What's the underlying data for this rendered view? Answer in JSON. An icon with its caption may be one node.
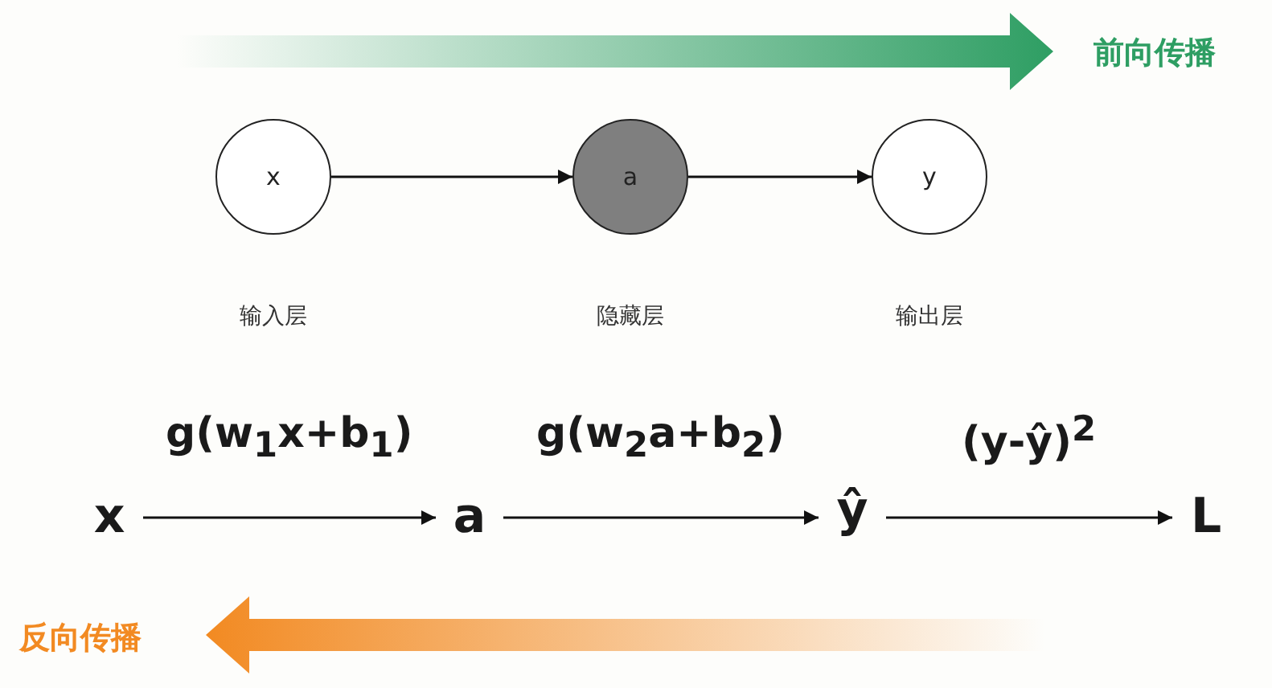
{
  "diagram": {
    "nodes": [
      {
        "text": [
          "x"
        ],
        "beside": [
          "输入层"
        ]
      },
      {
        "text": [
          "a"
        ],
        "beside": [
          "隐藏层"
        ]
      },
      {
        "text": [
          "y"
        ],
        "beside": [
          "输出层"
        ]
      },
      {
        "text": [
          "x"
        ]
      },
      {
        "text": [
          "a"
        ]
      },
      {
        "text": [
          "ŷ"
        ]
      },
      {
        "text": [
          "L"
        ]
      }
    ],
    "edges": [
      {
        "from": 0,
        "to": 1,
        "arrow": "to"
      },
      {
        "from": 1,
        "to": 2,
        "arrow": "to"
      },
      {
        "from": 3,
        "to": 4,
        "arrow": "to",
        "label": "g(w$_{1}$x+b$_{1}$)"
      },
      {
        "from": 4,
        "to": 5,
        "arrow": "to",
        "label": "g(w$_{2}$a+b$_{2}$)"
      },
      {
        "from": 5,
        "to": 6,
        "arrow": "to",
        "label": "(y-ŷ)$^{2}$"
      }
    ],
    "labels": [
      "前向传播",
      "反向传播"
    ]
  }
}
